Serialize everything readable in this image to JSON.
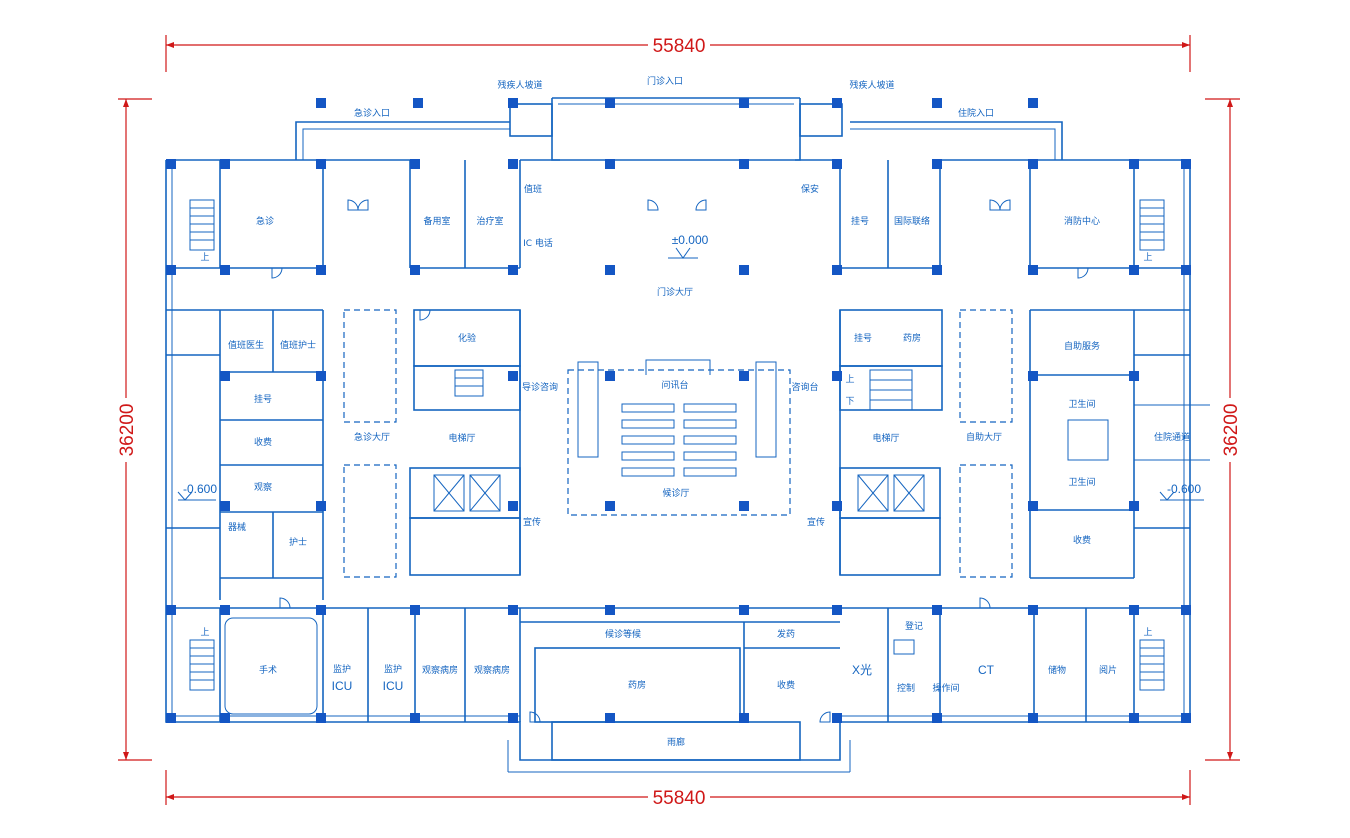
{
  "dimensions": {
    "width_top": "55840",
    "width_bottom": "55840",
    "height_left": "36200",
    "height_right": "36200"
  },
  "levels": {
    "center": "±0.000",
    "left": "-0.600",
    "right": "-0.600"
  },
  "labels": {
    "main_entrance": "门诊入口",
    "emergency_entrance": "急诊入口",
    "inpatient_entrance": "住院入口",
    "disabled_ramp_left": "残疾人坡道",
    "disabled_ramp_right": "残疾人坡道",
    "emergency_room": "急诊",
    "clean_room": "备用室",
    "treatment_room": "治疗室",
    "pharmacy_left": "值班",
    "ic_phone": "IC 电话",
    "night_duty": "保安",
    "registration_r": "挂号",
    "international": "国际联络",
    "fire_center": "消防中心",
    "outpatient_hall": "门诊大厅",
    "emerg_doctor": "值班医生",
    "emerg_nurse": "值班护士",
    "pharmacy_mid": "化验",
    "registration": "挂号",
    "fees": "收费",
    "observation": "观察",
    "surgery_small": "器械",
    "nurse_station": "护士",
    "emerg_hall": "急诊大厅",
    "elevator_hall_left": "电梯厅",
    "info_desk": "导诊咨询",
    "info_desk_r": "咨询台",
    "help_desk": "问讯台",
    "waiting_hall": "候诊厅",
    "publicity_left": "宣传",
    "publicity_right": "宣传",
    "pharmacy_r": "挂号",
    "injection_r": "药房",
    "elevator_hall_right": "电梯厅",
    "self_service": "自助大厅",
    "self_check": "自助服务",
    "toilet_top": "卫生间",
    "toilet_bottom": "卫生间",
    "inpatient_passage": "住院通道",
    "fee_r": "收费",
    "surgery": "手术",
    "icu_1_top": "监护",
    "icu_1": "ICU",
    "icu_2_top": "监护",
    "icu_2": "ICU",
    "ward_1": "观察病房",
    "ward_2": "观察病房",
    "waiting_corridor": "候诊等候",
    "pharmacy_main": "药房",
    "dispensing": "发药",
    "collect_drug": "收费",
    "xray": "X光",
    "register_r": "登记",
    "control": "控制",
    "operation_room": "操作间",
    "ct": "CT",
    "storage": "储物",
    "consult": "阅片",
    "veranda": "雨廊",
    "stairs_up": "上",
    "stairs_down": "下"
  }
}
